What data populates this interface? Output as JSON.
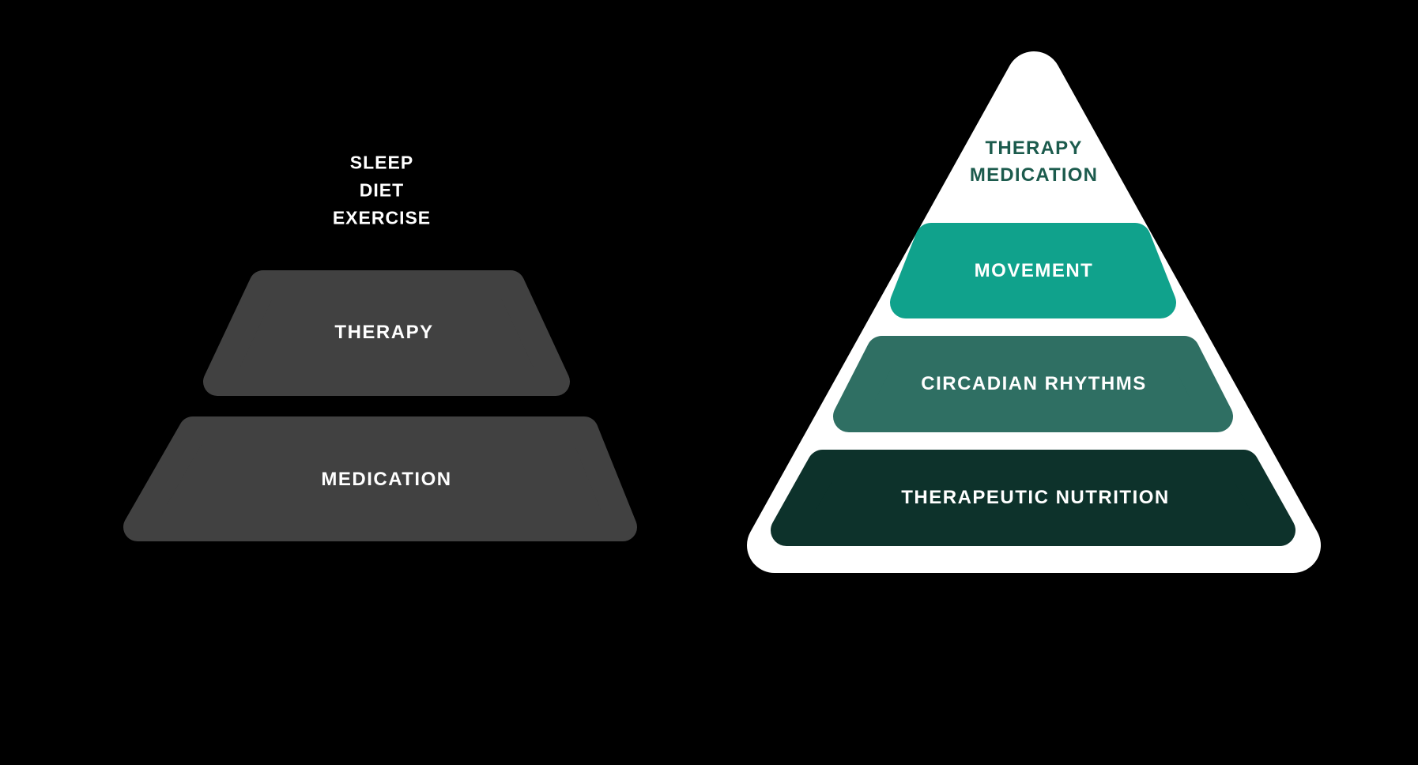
{
  "canvas": {
    "background": "#000000"
  },
  "left_pyramid": {
    "annotation_lines": [
      "SLEEP",
      "DIET",
      "EXERCISE"
    ],
    "annotation_color": "#ffffff",
    "tier_color": "#414141",
    "label_color": "#ffffff",
    "tiers": [
      {
        "label": "THERAPY"
      },
      {
        "label": "MEDICATION"
      }
    ]
  },
  "right_pyramid": {
    "background_color": "#ffffff",
    "top_lines": [
      "THERAPY",
      "MEDICATION"
    ],
    "top_text_color": "#1C5B4D",
    "label_color": "#ffffff",
    "tiers": [
      {
        "label": "MOVEMENT",
        "color": "#10A28C"
      },
      {
        "label": "CIRCADIAN RHYTHMS",
        "color": "#2F6F63"
      },
      {
        "label": "THERAPEUTIC NUTRITION",
        "color": "#0D322B"
      }
    ]
  }
}
